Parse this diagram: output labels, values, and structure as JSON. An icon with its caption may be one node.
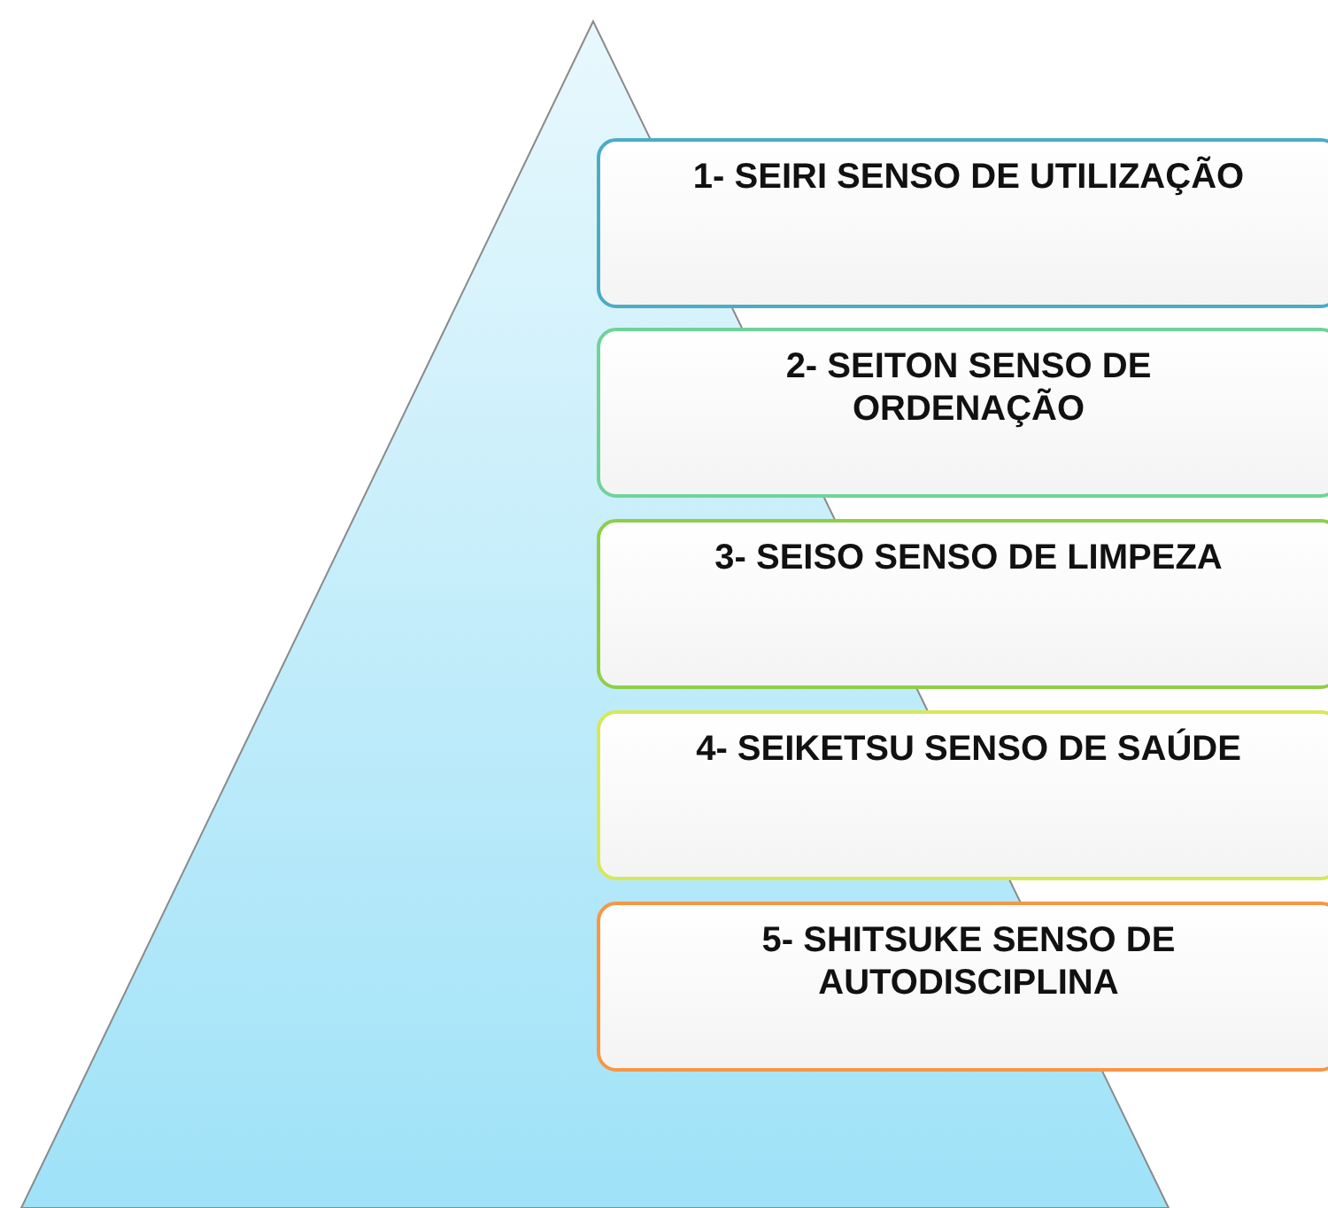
{
  "diagram": {
    "nodes": [
      {
        "text": [
          "1- SEIRI SENSO DE UTILIZAÇÃO"
        ]
      },
      {
        "text": [
          "2- SEITON SENSO DE ORDENAÇÃO"
        ]
      },
      {
        "text": [
          "3- SEISO SENSO DE LIMPEZA"
        ]
      },
      {
        "text": [
          "4- SEIKETSU SENSO DE SAÚDE"
        ]
      },
      {
        "text": [
          "5- SHITSUKE SENSO DE AUTODISCIPLINA"
        ]
      }
    ],
    "edges": []
  }
}
